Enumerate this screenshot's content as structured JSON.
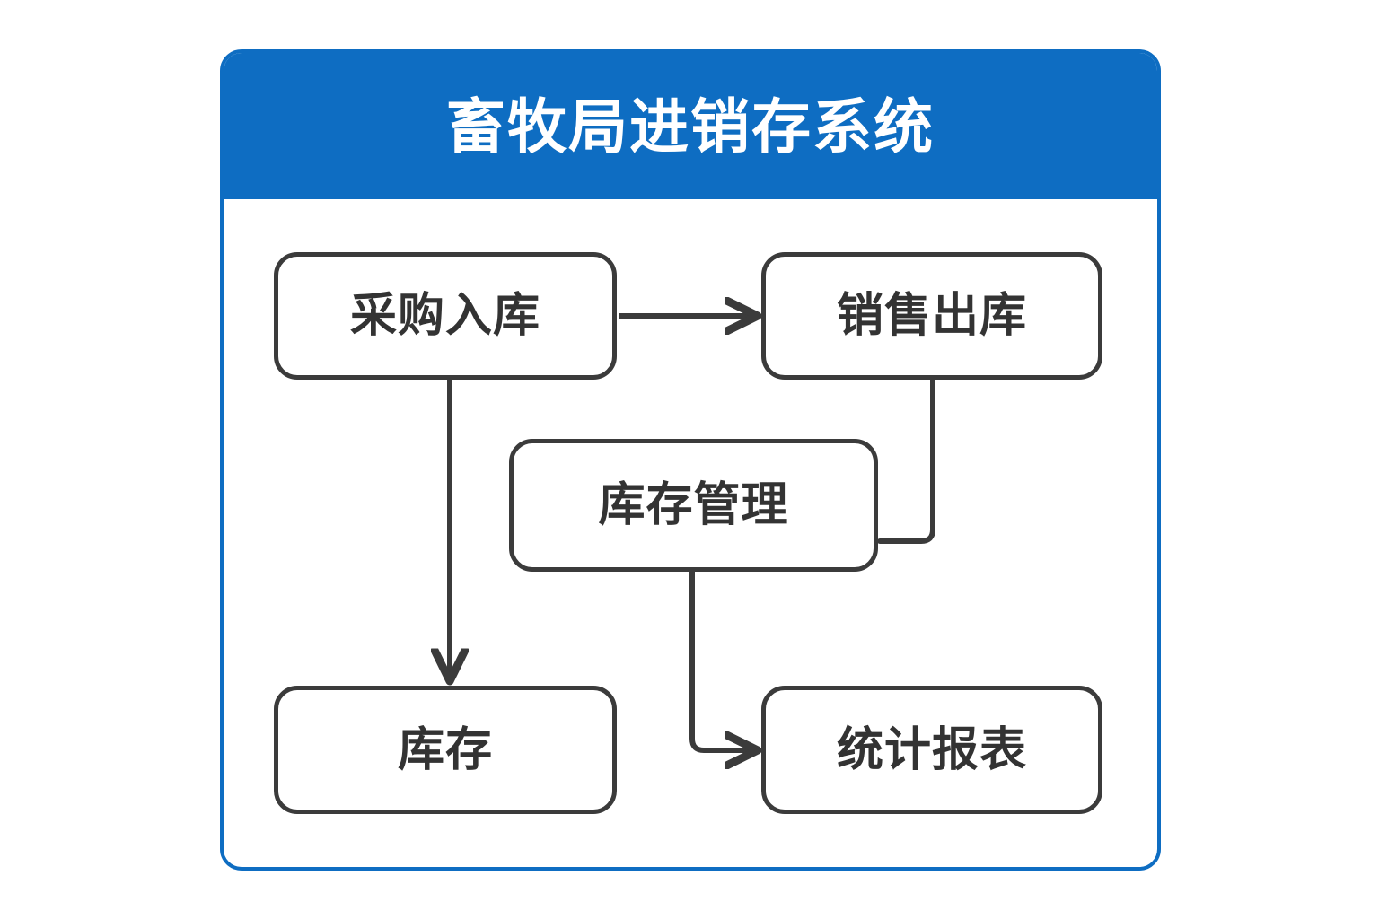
{
  "header": {
    "title": "畜牧局进销存系统",
    "background_color": "#0E6DC2",
    "text_color": "#FFFFFF"
  },
  "frame": {
    "border_color": "#0E6DC2",
    "background_color": "#FFFFFF"
  },
  "diagram": {
    "type": "flowchart",
    "node_stroke_color": "#3B3B3B",
    "node_text_color": "#333333",
    "connector_color": "#3B3B3B",
    "nodes": [
      {
        "id": "purchase",
        "label": "采购入库"
      },
      {
        "id": "sales",
        "label": "销售出库"
      },
      {
        "id": "invmgmt",
        "label": "库存管理"
      },
      {
        "id": "stock",
        "label": "库存"
      },
      {
        "id": "reports",
        "label": "统计报表"
      }
    ],
    "edges": [
      {
        "from": "purchase",
        "to": "sales",
        "arrow": true,
        "style": "straight-horizontal"
      },
      {
        "from": "purchase",
        "to": "stock",
        "arrow": true,
        "style": "straight-vertical"
      },
      {
        "from": "sales",
        "to": "invmgmt",
        "arrow": false,
        "style": "elbow-down-left"
      },
      {
        "from": "invmgmt",
        "to": "reports",
        "arrow": true,
        "style": "elbow-down-right"
      }
    ]
  }
}
